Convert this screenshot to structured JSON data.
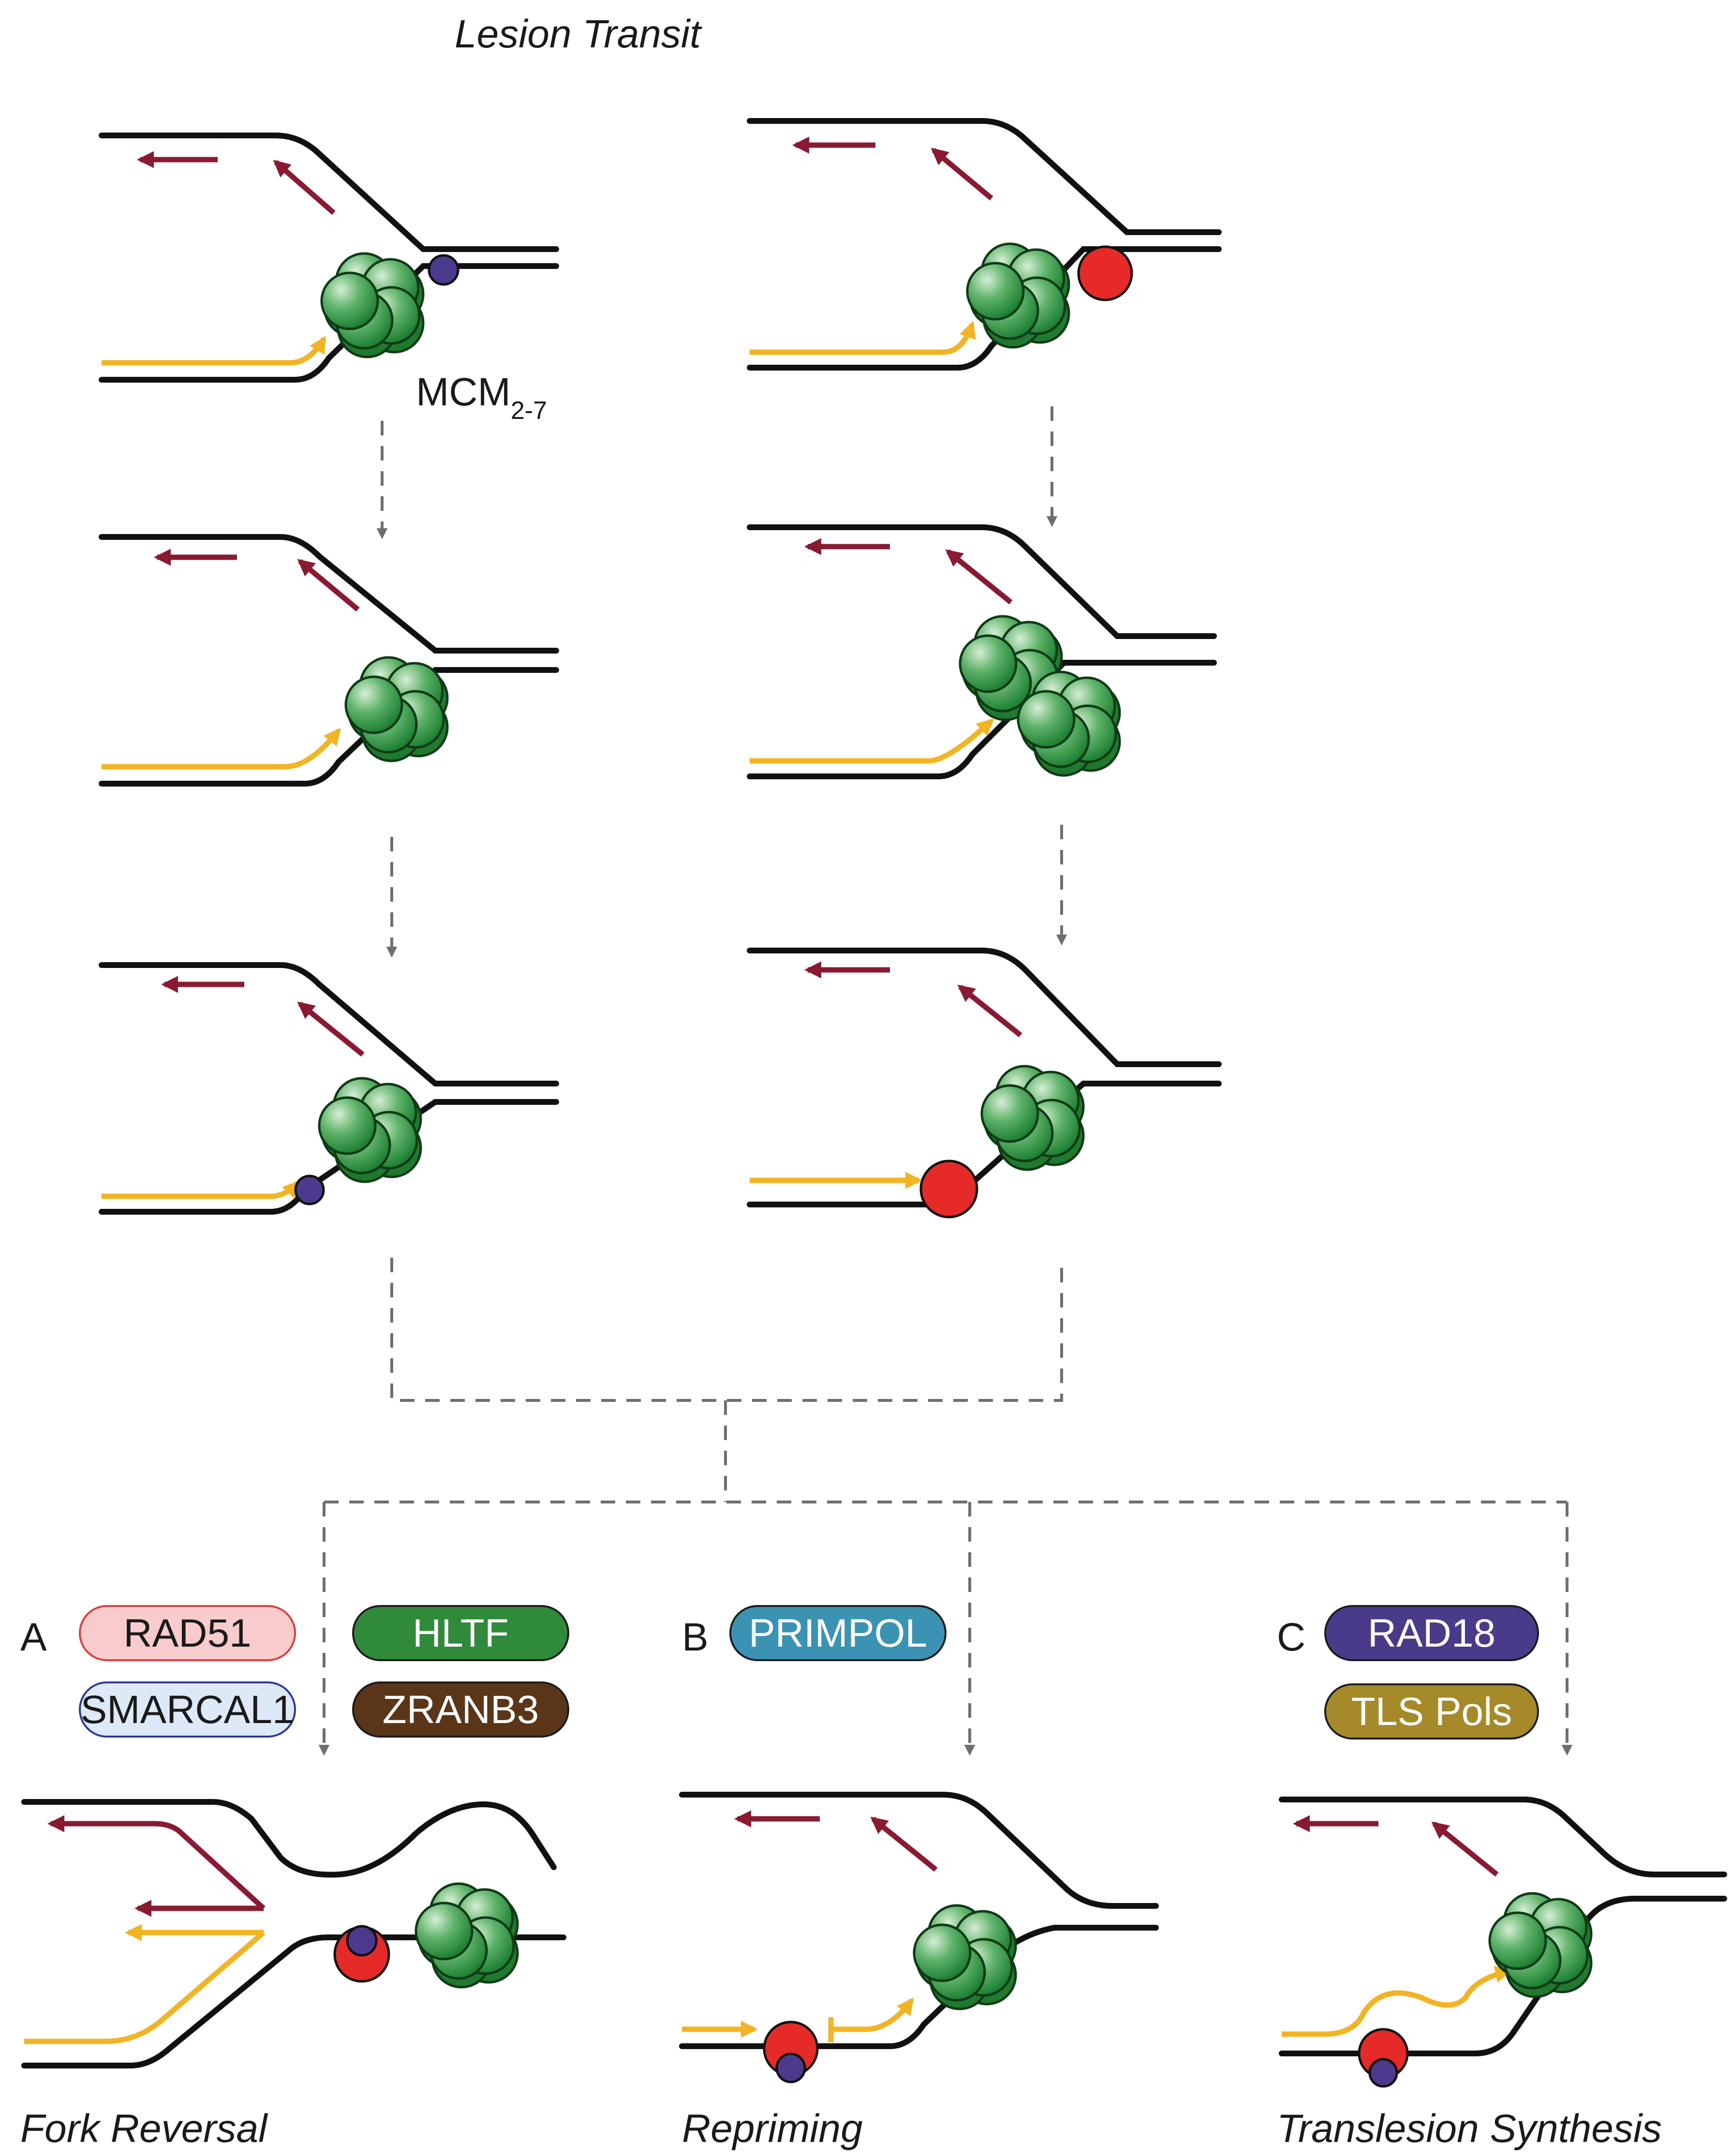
{
  "title": "Lesion Transit",
  "complex_label": "MCM",
  "complex_subscript": "2-7",
  "panels": {
    "A": {
      "letter": "A",
      "caption": "Fork Reversal"
    },
    "B": {
      "letter": "B",
      "caption": "Repriming"
    },
    "C": {
      "letter": "C",
      "caption": "Translesion Synthesis"
    }
  },
  "factors": [
    {
      "label": "RAD51",
      "fill": "#f8cccc",
      "stroke": "#d9403f",
      "text": "#1a1a1a"
    },
    {
      "label": "SMARCAL1",
      "fill": "#dde9f6",
      "stroke": "#2a3a9a",
      "text": "#1a1a1a"
    },
    {
      "label": "HLTF",
      "fill": "#2f8a39",
      "stroke": "#1c1c1c",
      "text": "#ffffff"
    },
    {
      "label": "ZRANB3",
      "fill": "#5a3518",
      "stroke": "#1c1c1c",
      "text": "#ffffff"
    },
    {
      "label": "PRIMPOL",
      "fill": "#3a93b3",
      "stroke": "#1c1c1c",
      "text": "#ffffff"
    },
    {
      "label": "RAD18",
      "fill": "#4a3b8a",
      "stroke": "#1c1c1c",
      "text": "#ffffff"
    },
    {
      "label": "TLS Pols",
      "fill": "#a68a2a",
      "stroke": "#1c1c1c",
      "text": "#ffffff"
    }
  ],
  "colors": {
    "helicase": "#2e8b3e",
    "lesion_bulky": "#e52a28",
    "lesion_small": "#4c3a8f",
    "leading_strand": "#f2b422",
    "lagging_strand": "#8a1a32",
    "dna": "#111111",
    "dashed_arrow": "#6f6f6f"
  }
}
